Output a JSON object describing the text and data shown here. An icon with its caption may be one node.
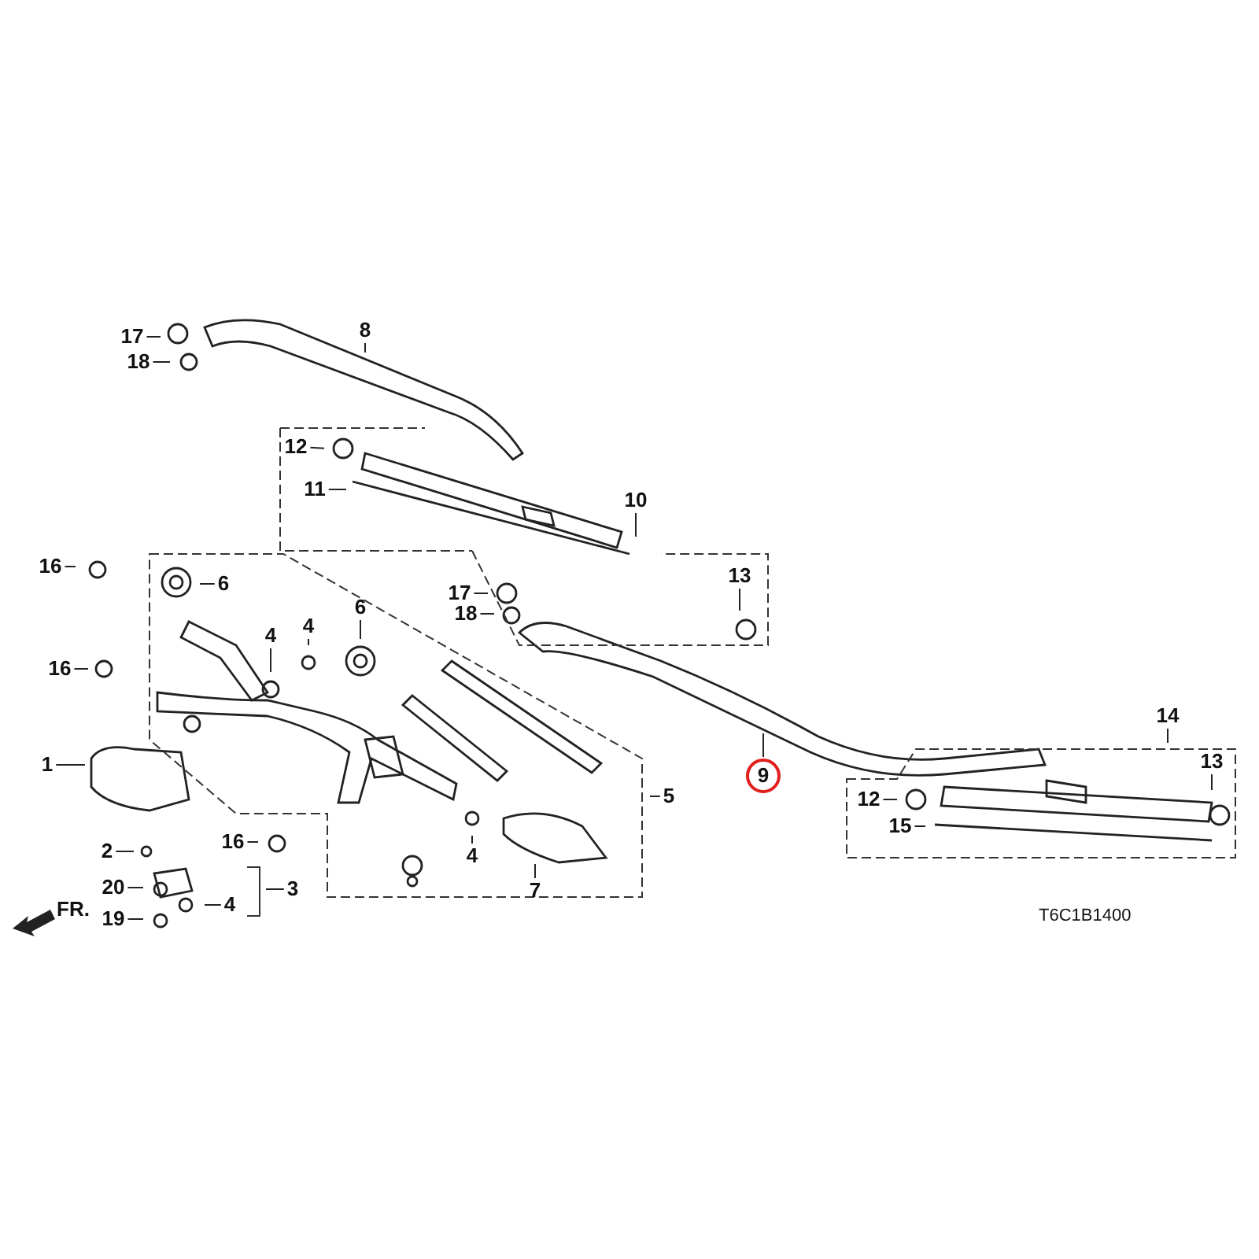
{
  "diagram": {
    "nodes": [
      {
        "text": [
          "17"
        ]
      },
      {
        "text": [
          "18"
        ]
      },
      {
        "text": [
          "8"
        ]
      },
      {
        "text": [
          "12"
        ]
      },
      {
        "text": [
          "11"
        ]
      },
      {
        "text": [
          "10"
        ]
      },
      {
        "text": [
          "16"
        ]
      },
      {
        "text": [
          "6"
        ]
      },
      {
        "text": [
          "17"
        ]
      },
      {
        "text": [
          "18"
        ]
      },
      {
        "text": [
          "13"
        ]
      },
      {
        "text": [
          "4"
        ]
      },
      {
        "text": [
          "6"
        ]
      },
      {
        "text": [
          "16"
        ]
      },
      {
        "text": [
          "4"
        ]
      },
      {
        "text": [
          "14"
        ]
      },
      {
        "text": [
          "1"
        ]
      },
      {
        "text": [
          "9"
        ]
      },
      {
        "text": [
          "5"
        ]
      },
      {
        "text": [
          "12"
        ]
      },
      {
        "text": [
          "13"
        ]
      },
      {
        "text": [
          "15"
        ]
      },
      {
        "text": [
          "2"
        ]
      },
      {
        "text": [
          "16"
        ]
      },
      {
        "text": [
          "3"
        ]
      },
      {
        "text": [
          "4"
        ]
      },
      {
        "text": [
          "7"
        ]
      },
      {
        "text": [
          "20"
        ]
      },
      {
        "text": [
          "4"
        ]
      },
      {
        "text": [
          "19"
        ]
      }
    ],
    "edges": [
      {
        "from": 0,
        "to": null,
        "arrow": "none"
      },
      {
        "from": 1,
        "to": null,
        "arrow": "none"
      },
      {
        "from": 2,
        "to": null,
        "arrow": "none"
      },
      {
        "from": 3,
        "to": null,
        "arrow": "none"
      },
      {
        "from": 4,
        "to": null,
        "arrow": "none"
      },
      {
        "from": 5,
        "to": null,
        "arrow": "none"
      },
      {
        "from": 6,
        "to": null,
        "arrow": "none"
      },
      {
        "from": 7,
        "to": null,
        "arrow": "none"
      },
      {
        "from": 8,
        "to": null,
        "arrow": "none"
      },
      {
        "from": 9,
        "to": null,
        "arrow": "none"
      },
      {
        "from": 10,
        "to": null,
        "arrow": "none"
      },
      {
        "from": 11,
        "to": null,
        "arrow": "none"
      },
      {
        "from": 12,
        "to": null,
        "arrow": "none"
      },
      {
        "from": 13,
        "to": null,
        "arrow": "none"
      },
      {
        "from": 14,
        "to": null,
        "arrow": "none"
      },
      {
        "from": 15,
        "to": null,
        "arrow": "none"
      },
      {
        "from": 16,
        "to": null,
        "arrow": "none"
      },
      {
        "from": 17,
        "to": null,
        "arrow": "none"
      },
      {
        "from": 18,
        "to": null,
        "arrow": "none"
      },
      {
        "from": 19,
        "to": null,
        "arrow": "none"
      },
      {
        "from": 20,
        "to": null,
        "arrow": "none"
      },
      {
        "from": 21,
        "to": null,
        "arrow": "none"
      },
      {
        "from": 22,
        "to": null,
        "arrow": "none"
      },
      {
        "from": 23,
        "to": null,
        "arrow": "none"
      },
      {
        "from": 24,
        "to": null,
        "arrow": "none"
      },
      {
        "from": 25,
        "to": null,
        "arrow": "none"
      },
      {
        "from": 26,
        "to": null,
        "arrow": "none"
      },
      {
        "from": 27,
        "to": null,
        "arrow": "none"
      },
      {
        "from": 28,
        "to": null,
        "arrow": "none"
      },
      {
        "from": 29,
        "to": null,
        "arrow": "none"
      }
    ],
    "labels": [
      "FR.",
      "T6C1B1400"
    ]
  }
}
